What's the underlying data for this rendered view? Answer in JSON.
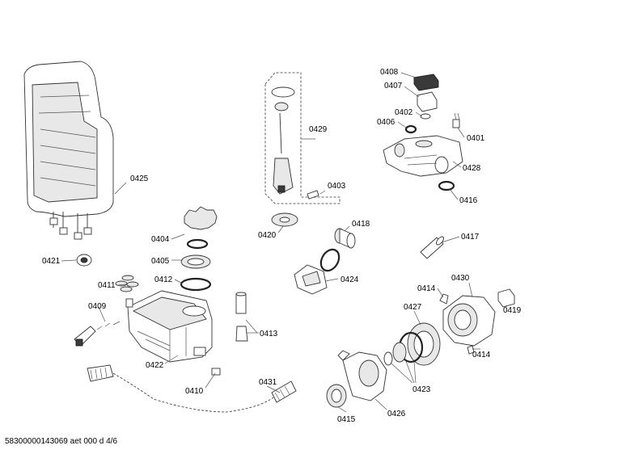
{
  "labels": {
    "p0425": "0425",
    "p0421": "0421",
    "p0404": "0404",
    "p0405": "0405",
    "p0411": "0411",
    "p0412": "0412",
    "p0409": "0409",
    "p0422": "0422",
    "p0410": "0410",
    "p0431": "0431",
    "p0413": "0413",
    "p0429": "0429",
    "p0403": "0403",
    "p0420": "0420",
    "p0418": "0418",
    "p0424": "0424",
    "p0408": "0408",
    "p0407": "0407",
    "p0402": "0402",
    "p0406": "0406",
    "p0401": "0401",
    "p0428": "0428",
    "p0416": "0416",
    "p0417": "0417",
    "p0414a": "0414",
    "p0430": "0430",
    "p0419": "0419",
    "p0427": "0427",
    "p0414b": "0414",
    "p0423": "0423",
    "p0426": "0426",
    "p0415": "0415"
  },
  "footer": "58300000143069 aet 000 d 4/6"
}
